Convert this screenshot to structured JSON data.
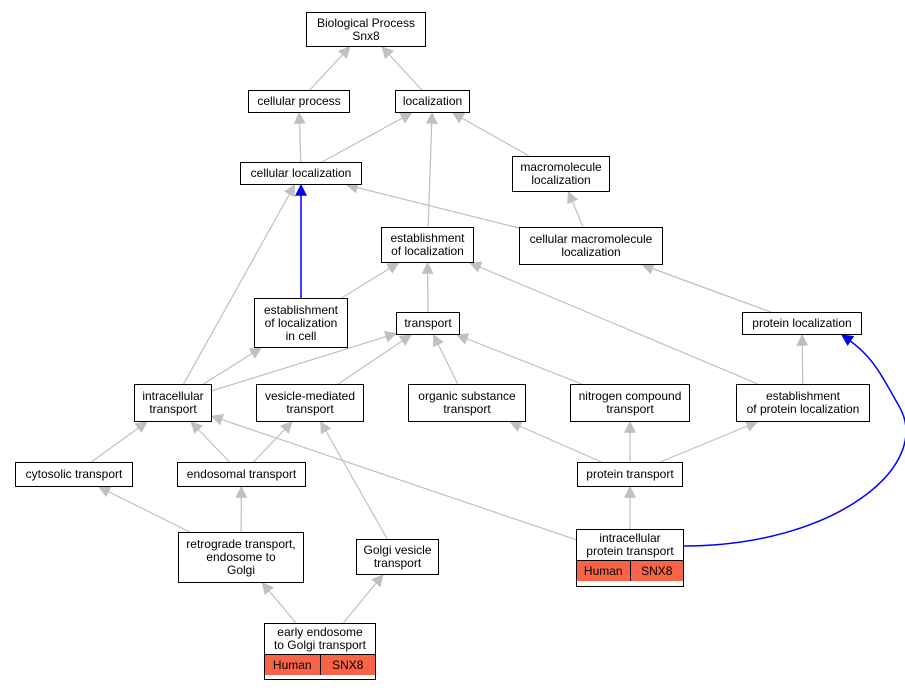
{
  "colors": {
    "edge": "#c0c0c0",
    "highlight_edge": "#0000ff",
    "tag_fill": "#f96449"
  },
  "nodes": {
    "root": "Biological Process\nSnx8",
    "cellular_process": "cellular process",
    "localization": "localization",
    "cellular_localization": "cellular localization",
    "macromolecule_localization": "macromolecule\nlocalization",
    "establishment_of_localization": "establishment\nof localization",
    "cellular_macromolecule_localization": "cellular macromolecule\nlocalization",
    "establishment_of_localization_in_cell": "establishment\nof localization\nin cell",
    "transport": "transport",
    "protein_localization": "protein localization",
    "intracellular_transport": "intracellular\ntransport",
    "vesicle_mediated_transport": "vesicle-mediated\ntransport",
    "organic_substance_transport": "organic substance\ntransport",
    "nitrogen_compound_transport": "nitrogen compound\ntransport",
    "establishment_of_protein_localization": "establishment\nof protein localization",
    "cytosolic_transport": "cytosolic transport",
    "endosomal_transport": "endosomal transport",
    "protein_transport": "protein transport",
    "retrograde_transport": "retrograde transport,\nendosome to\nGolgi",
    "golgi_vesicle_transport": "Golgi vesicle\ntransport",
    "intracellular_protein_transport": {
      "label": "intracellular\nprotein transport",
      "species": "Human",
      "gene": "SNX8"
    },
    "early_endosome_to_golgi": {
      "label": "early endosome\nto Golgi transport",
      "species": "Human",
      "gene": "SNX8"
    }
  },
  "edges": [
    [
      "cellular_process",
      "root",
      "normal"
    ],
    [
      "localization",
      "root",
      "normal"
    ],
    [
      "cellular_localization",
      "cellular_process",
      "normal"
    ],
    [
      "cellular_localization",
      "localization",
      "normal"
    ],
    [
      "macromolecule_localization",
      "localization",
      "normal"
    ],
    [
      "establishment_of_localization",
      "localization",
      "normal"
    ],
    [
      "cellular_macromolecule_localization",
      "cellular_localization",
      "normal"
    ],
    [
      "cellular_macromolecule_localization",
      "macromolecule_localization",
      "normal"
    ],
    [
      "establishment_of_localization_in_cell",
      "cellular_localization",
      "highlight"
    ],
    [
      "establishment_of_localization_in_cell",
      "establishment_of_localization",
      "normal"
    ],
    [
      "transport",
      "establishment_of_localization",
      "normal"
    ],
    [
      "protein_localization",
      "cellular_macromolecule_localization",
      "normal"
    ],
    [
      "intracellular_transport",
      "cellular_localization",
      "normal"
    ],
    [
      "intracellular_transport",
      "establishment_of_localization_in_cell",
      "normal"
    ],
    [
      "intracellular_transport",
      "transport",
      "normal"
    ],
    [
      "vesicle_mediated_transport",
      "transport",
      "normal"
    ],
    [
      "organic_substance_transport",
      "transport",
      "normal"
    ],
    [
      "nitrogen_compound_transport",
      "transport",
      "normal"
    ],
    [
      "establishment_of_protein_localization",
      "establishment_of_localization",
      "normal"
    ],
    [
      "establishment_of_protein_localization",
      "protein_localization",
      "normal"
    ],
    [
      "cytosolic_transport",
      "intracellular_transport",
      "normal"
    ],
    [
      "endosomal_transport",
      "intracellular_transport",
      "normal"
    ],
    [
      "endosomal_transport",
      "vesicle_mediated_transport",
      "normal"
    ],
    [
      "protein_transport",
      "organic_substance_transport",
      "normal"
    ],
    [
      "protein_transport",
      "nitrogen_compound_transport",
      "normal"
    ],
    [
      "protein_transport",
      "establishment_of_protein_localization",
      "normal"
    ],
    [
      "retrograde_transport",
      "cytosolic_transport",
      "normal"
    ],
    [
      "retrograde_transport",
      "endosomal_transport",
      "normal"
    ],
    [
      "golgi_vesicle_transport",
      "vesicle_mediated_transport",
      "normal"
    ],
    [
      "intracellular_protein_transport",
      "protein_transport",
      "normal"
    ],
    [
      "intracellular_protein_transport",
      "intracellular_transport",
      "normal"
    ],
    [
      "intracellular_protein_transport",
      "protein_localization",
      "highlight"
    ],
    [
      "early_endosome_to_golgi",
      "retrograde_transport",
      "normal"
    ],
    [
      "early_endosome_to_golgi",
      "golgi_vesicle_transport",
      "normal"
    ]
  ]
}
